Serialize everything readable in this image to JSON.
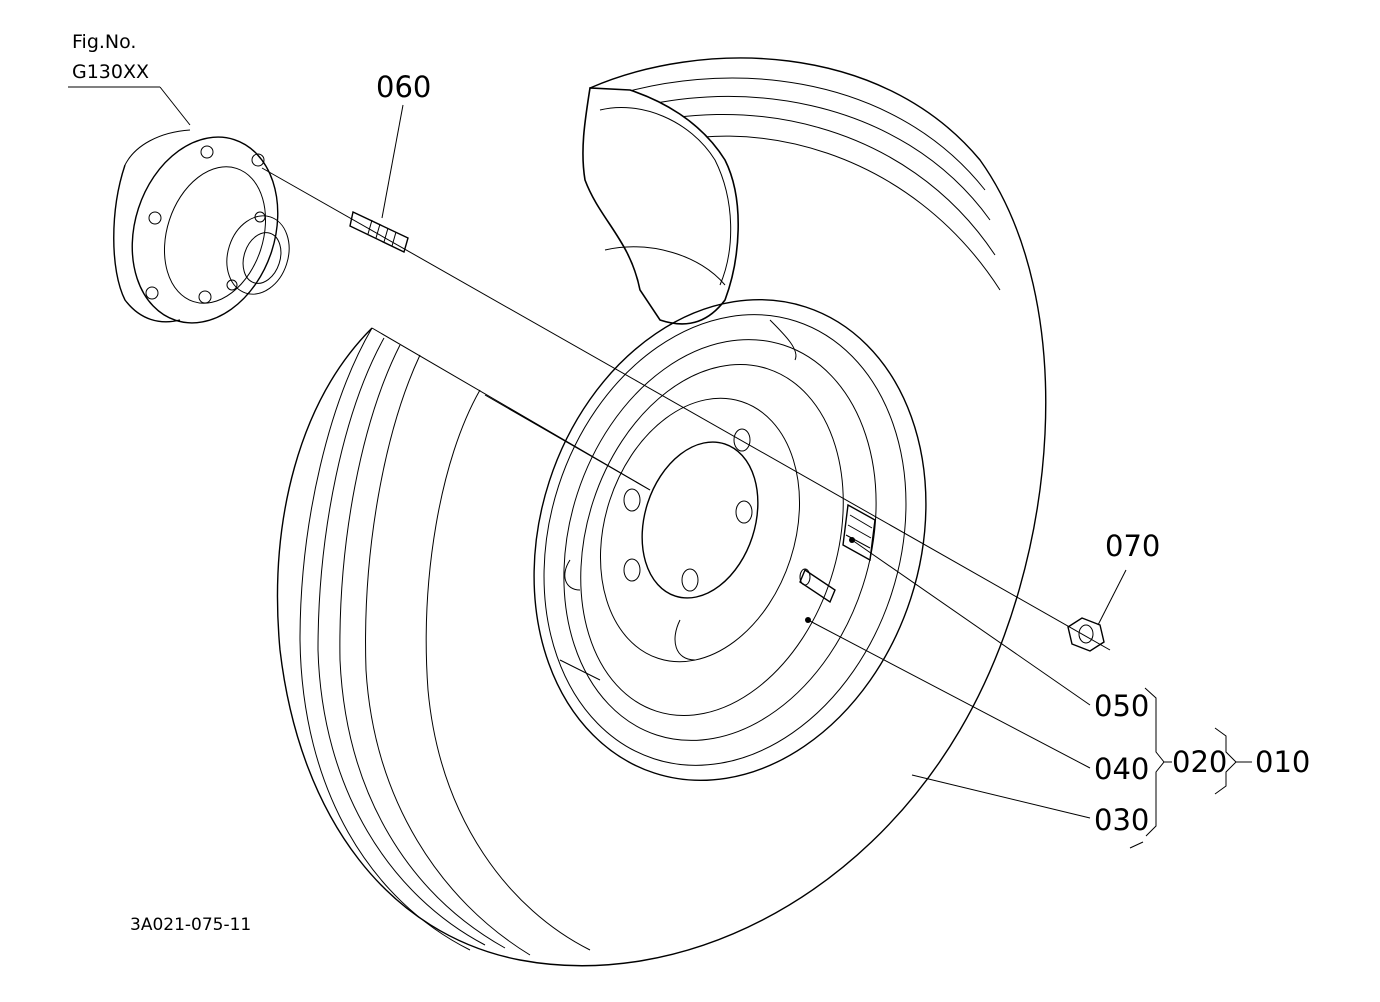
{
  "figure": {
    "fig_no_label": "Fig.No.",
    "fig_no_value": "G130XX",
    "drawing_number": "3A021-075-11"
  },
  "callouts": {
    "c060": "060",
    "c070": "070",
    "c050": "050",
    "c040": "040",
    "c030": "030",
    "c020": "020",
    "c010": "010"
  }
}
